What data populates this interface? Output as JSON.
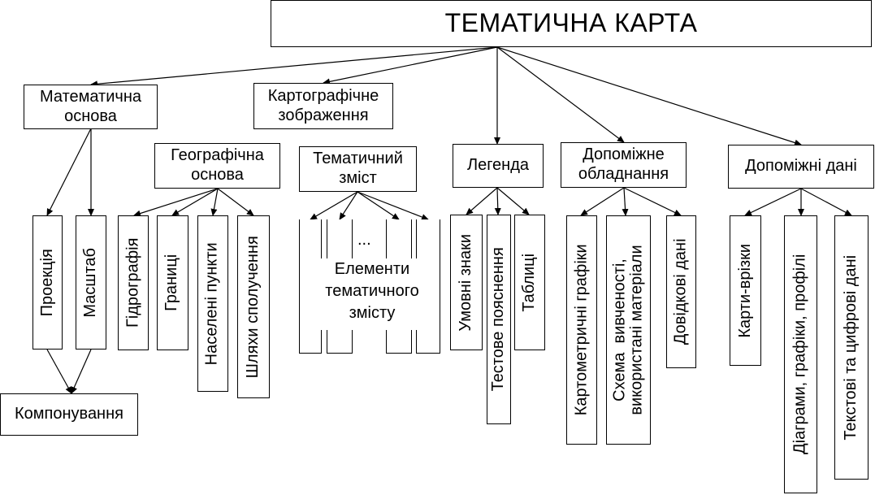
{
  "title": "ТЕМАТИЧНА КАРТА",
  "top_nodes": {
    "math_base": "Математична\nоснова",
    "cartographic_image": "Картографічне\nзображення",
    "legend": "Легенда",
    "aux_equipment": "Допоміжне\nобладнання",
    "aux_data": "Допоміжні дані"
  },
  "second_nodes": {
    "geo_base": "Географічна\nоснова",
    "thematic_content": "Тематичний\nзміст"
  },
  "math_children": {
    "projection": "Проекція",
    "scale": "Масштаб",
    "layout": "Компонування"
  },
  "geo_children": {
    "hydrography": "Гідрографія",
    "borders": "Границі",
    "settlements": "Населені пункти",
    "routes": "Шляхи сполучення"
  },
  "thematic_children": {
    "ellipsis": "...",
    "elements": "Елементи\nтематичного\nзмісту"
  },
  "legend_children": {
    "symbols": "Умовні знаки",
    "text_explanation": "Тестове пояснення",
    "tables": "Таблиці"
  },
  "equipment_children": {
    "cartometric_graphs": "Картометричні графіки",
    "study_scheme": "Схема  вивченості,\nвикористані матеріали",
    "reference_data": "Довідкові дані"
  },
  "data_children": {
    "inset_maps": "Карти-врізки",
    "diagrams": "Діаграми, графіки, профілі",
    "text_numeric": "Текстові та цифрові дані"
  }
}
